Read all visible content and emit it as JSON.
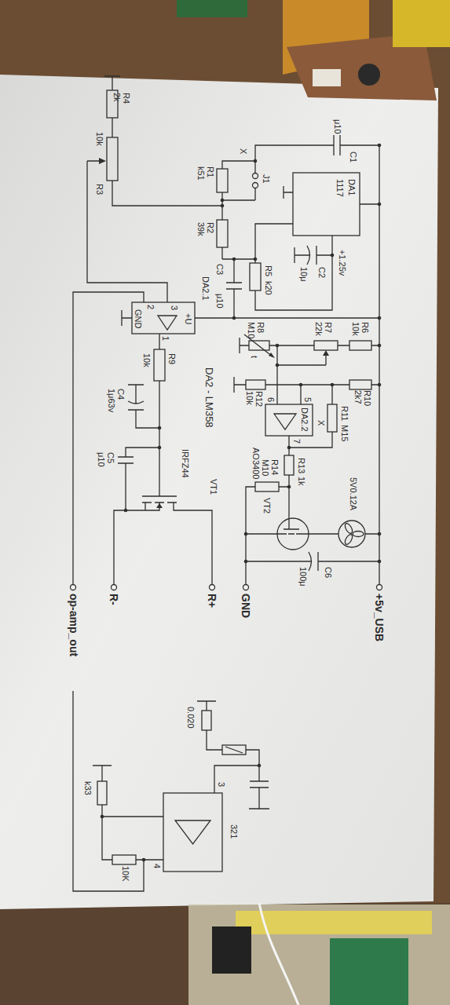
{
  "diagram": {
    "labels": [
      "C1",
      "μ10",
      "DA1",
      "1117",
      "J1",
      "X",
      "R1",
      "k51",
      "R2",
      "39k",
      "R5",
      "k20",
      "C2",
      "10μ",
      "+1.25v",
      "R4",
      "2k",
      "R3",
      "10k",
      "C3",
      "μ10",
      "DA2.1",
      "+U",
      "3",
      "2",
      "1",
      "GND",
      "R6",
      "10k",
      "R7",
      "22k",
      "R8",
      "M10",
      "t",
      "R9",
      "10k",
      "DA2 - LM358",
      "R10",
      "2k7",
      "R11",
      "M15",
      "X",
      "R12",
      "10k",
      "5",
      "6",
      "DA2.2",
      "7",
      "C4",
      "1μ63v",
      "R13",
      "1k",
      "C5",
      "μ10",
      "R14",
      "M10",
      "AO3400",
      "VT2",
      "5V0.12A",
      "IRFZ44",
      "VT1",
      "C6",
      "100μ",
      "GND",
      "+5v_USB",
      "R+",
      "R-",
      "op-amp_out",
      "0.020",
      "321",
      "3",
      "4",
      "k33",
      "10K"
    ]
  }
}
